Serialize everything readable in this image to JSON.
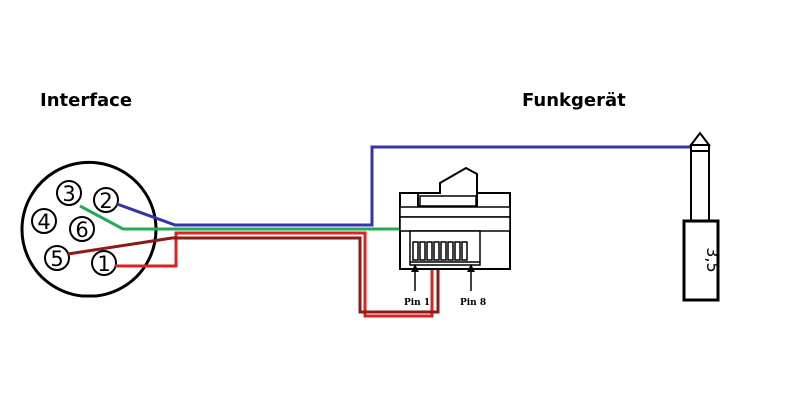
{
  "labels": {
    "left_title": "Interface",
    "right_title": "Funkgerät",
    "rj_pin_first": "Pin 1",
    "rj_pin_last": "Pin 8",
    "jack_size": "3,5"
  },
  "din_pins": [
    "1",
    "2",
    "3",
    "4",
    "5",
    "6"
  ],
  "colors": {
    "blue": "#3333aa",
    "green": "#22aa55",
    "red": "#dd2222",
    "dark_red": "#8b1a1a",
    "outline": "#000000"
  }
}
